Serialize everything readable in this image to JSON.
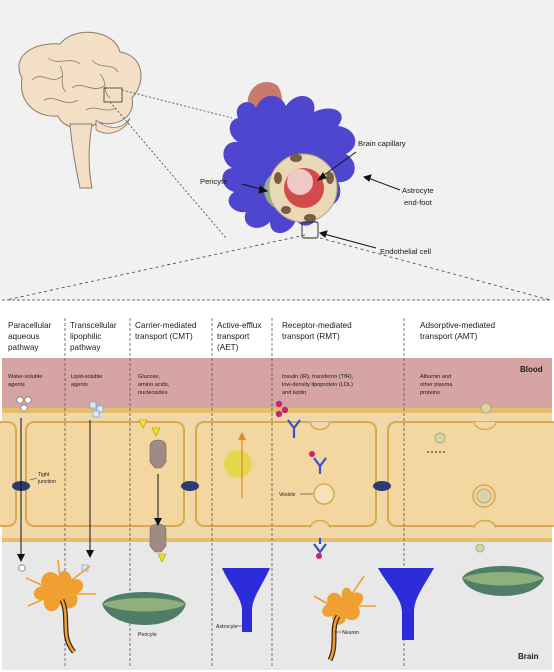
{
  "overview": {
    "label_brain_capillary": "Brain capillary",
    "label_pericyte": "Pericyte",
    "label_astrocyte_line1": "Astrocyte",
    "label_astrocyte_line2": "end-foot",
    "label_endothelial": "Endothelial cell"
  },
  "columns": [
    {
      "title": [
        "Paracellular",
        "aqueous",
        "pathway"
      ],
      "desc": [
        "Water-soluble",
        "agents"
      ]
    },
    {
      "title": [
        "Transcellular",
        "lipophilic",
        "pathway"
      ],
      "desc": [
        "Lipid-soluble",
        "agents"
      ]
    },
    {
      "title": [
        "Carrier-mediated",
        "transport (CMT)"
      ],
      "desc": [
        "Glucose,",
        "amino acids,",
        "nucleosides"
      ]
    },
    {
      "title": [
        "Active-efflux",
        "transport",
        "(AET)"
      ],
      "desc": []
    },
    {
      "title": [
        "Receptor-mediated",
        "transport (RMT)"
      ],
      "desc": [
        "Insulin (IR), transferrin (TfR),",
        "low-density lipoprotein (LDL)",
        "and leptin"
      ]
    },
    {
      "title": [
        "Adsorptive-mediated",
        "transport (AMT)"
      ],
      "desc": [
        "Albumin and",
        "other plasma",
        "proteins"
      ]
    }
  ],
  "regions": {
    "blood": "Blood",
    "brain": "Brain"
  },
  "annotations": {
    "tight_junction": [
      "Tight",
      "junction"
    ],
    "vesicle": "Vesicle",
    "pericyte": "Pericyte",
    "astrocyte": "Astrocyte",
    "neuron": "Neuron"
  }
}
